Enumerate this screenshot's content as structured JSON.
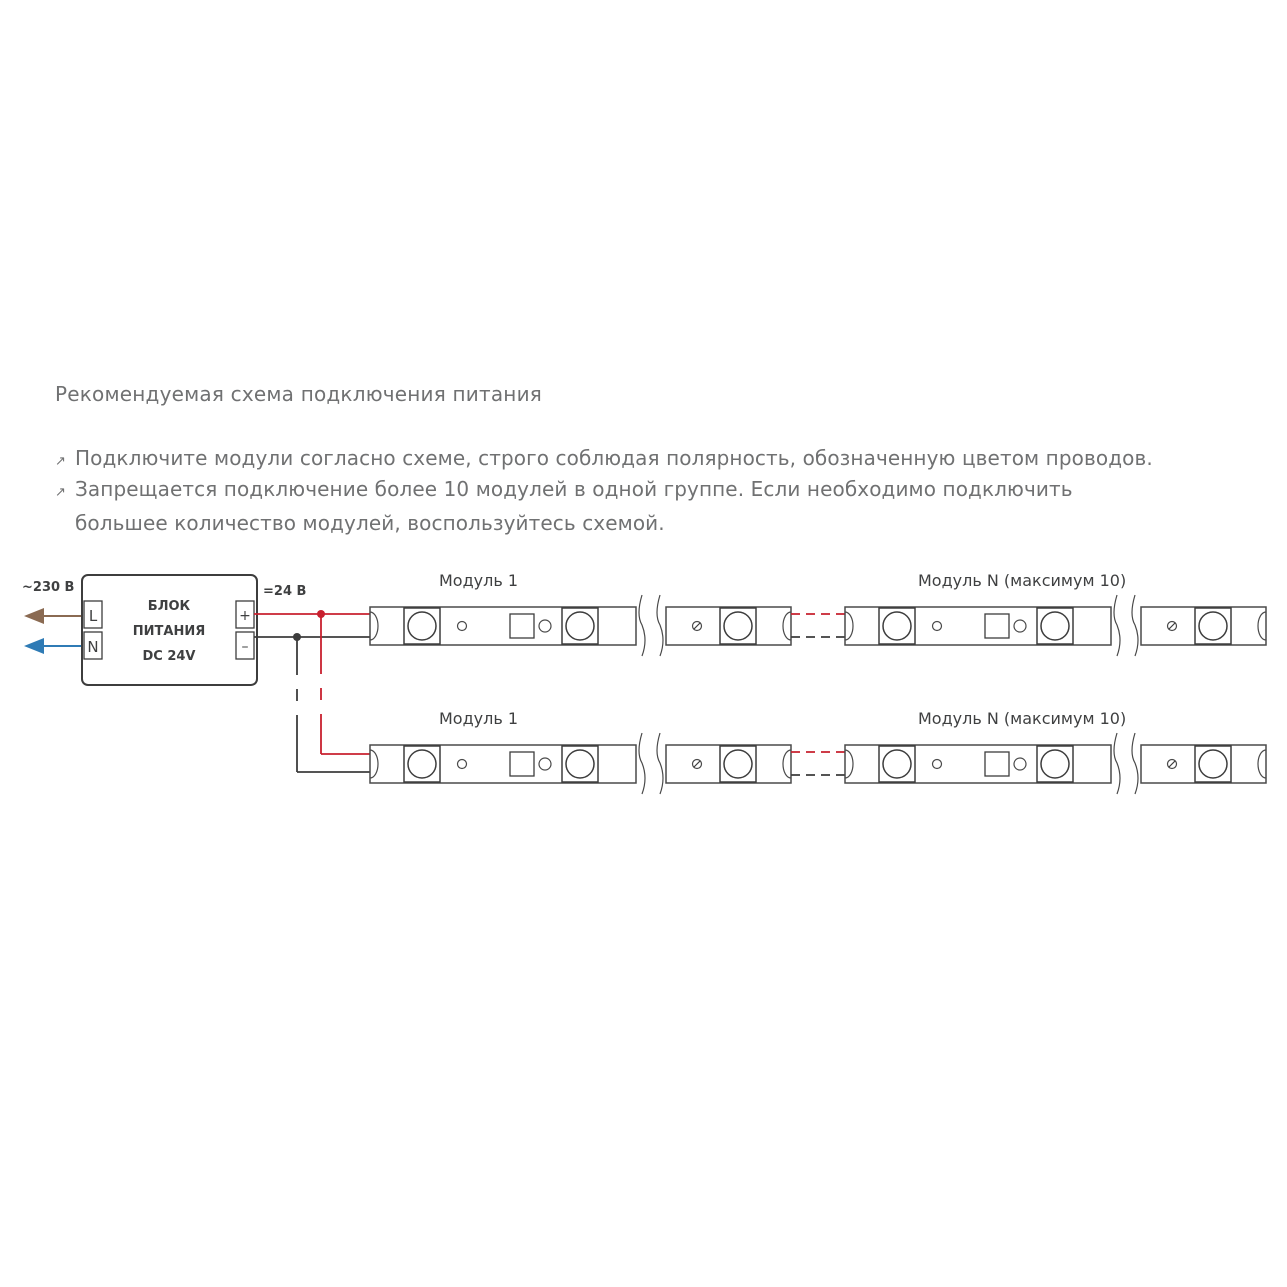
{
  "heading": "Рекомендуемая схема подключения питания",
  "notes": {
    "bullet_icon": "arrow-bullet-icon",
    "line1": "Подключите модули согласно схеме, строго соблюдая полярность, обозначенную цветом проводов.",
    "line2a": "Запрещается подключение более 10 модулей в одной группе. Если необходимо подключить",
    "line2b": "большее количество модулей, воспользуйтесь схемой."
  },
  "diagram": {
    "ac_label": "~230 В",
    "dc_label": "=24 В",
    "psu": {
      "line1": "БЛОК",
      "line2": "ПИТАНИЯ",
      "line3": "DC 24V",
      "terminal_l": "L",
      "terminal_n": "N",
      "terminal_plus": "+",
      "terminal_minus": "–"
    },
    "row1": {
      "module_first": "Модуль 1",
      "module_last": "Модуль N (максимум 10)"
    },
    "row2": {
      "module_first": "Модуль 1",
      "module_last": "Модуль N (максимум 10)"
    },
    "colors": {
      "positive_wire": "#c8202f",
      "negative_wire": "#3d3d3d",
      "live_arrow": "#8a6a52",
      "neutral_arrow": "#2f7bb5"
    }
  }
}
